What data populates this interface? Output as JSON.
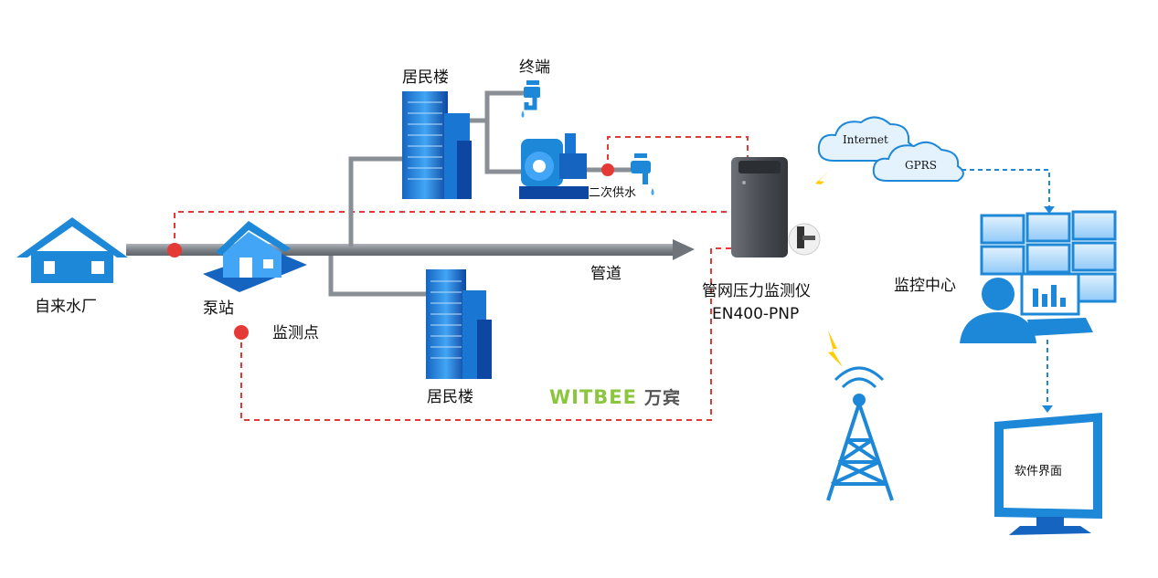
{
  "labels": {
    "waterworks": "自来水厂",
    "pump_station": "泵站",
    "monitoring_point": "监测点",
    "residential_top": "居民楼",
    "terminal": "终端",
    "secondary_supply": "二次供水",
    "residential_bottom": "居民楼",
    "pipeline": "管道",
    "device_name": "管网压力监测仪",
    "device_model": "EN400-PNP",
    "monitoring_center": "监控中心",
    "software_ui": "软件界面",
    "internet": "Internet",
    "gprs": "GPRS"
  },
  "brand": {
    "name": "WITBEE",
    "cn": "万宾"
  },
  "colors": {
    "primary_blue": "#1e88d8",
    "signal_red": "#e53935",
    "pipe_gray": "#8a8f96",
    "brand_green": "#8cc63f",
    "lightning": "#ffcc00"
  },
  "icons": [
    "house-icon",
    "pump-station-icon",
    "building-icon",
    "faucet-icon",
    "pump-icon",
    "pressure-monitor-device",
    "cloud-icon",
    "lightning-icon",
    "radio-tower-icon",
    "video-wall-icon",
    "operator-icon",
    "computer-monitor-icon"
  ]
}
